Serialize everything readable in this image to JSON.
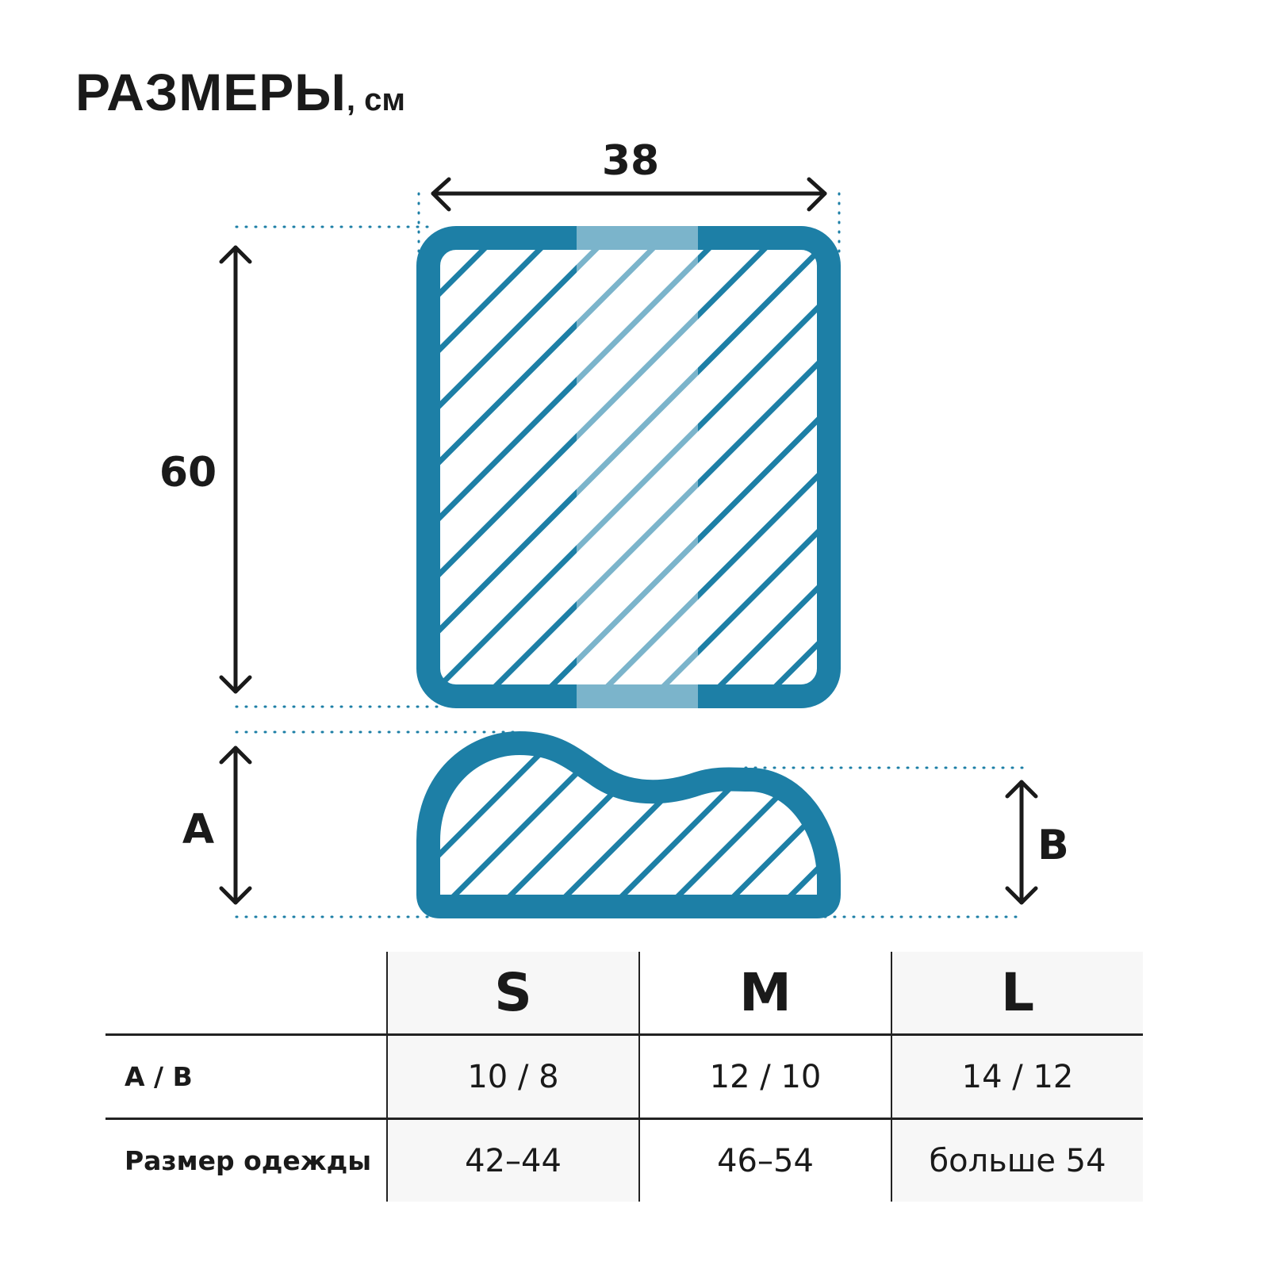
{
  "title": {
    "main": "РАЗМЕРЫ",
    "unit": ", см"
  },
  "dimensions": {
    "width": "38",
    "height": "60",
    "a": "A",
    "b": "B"
  },
  "colors": {
    "accent": "#1d7fa6",
    "accent_light": "#7ab4c9",
    "text": "#1a1a1a"
  },
  "table": {
    "headers": [
      "S",
      "M",
      "L"
    ],
    "rows": [
      {
        "label": "A / B",
        "values": [
          "10 / 8",
          "12 / 10",
          "14 / 12"
        ]
      },
      {
        "label": "Размер одежды",
        "values": [
          "42–44",
          "46–54",
          "больше 54"
        ]
      }
    ]
  }
}
